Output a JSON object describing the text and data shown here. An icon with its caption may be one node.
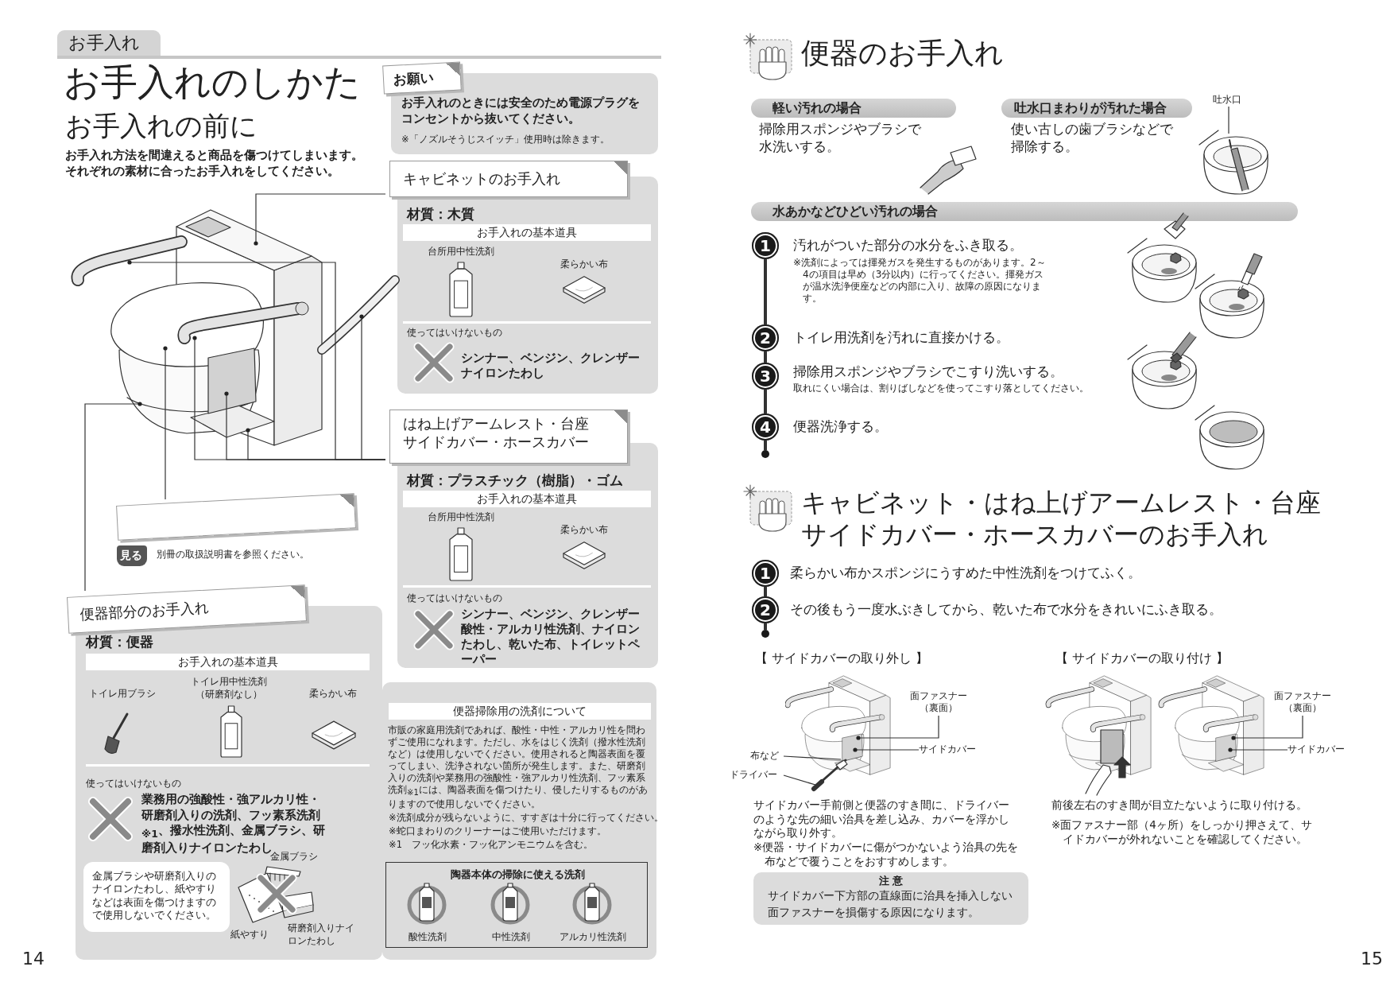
{
  "diagram": {
    "title": "お手入れのしかた",
    "nodes": [
      {
        "text": [
          "お手入れ"
        ]
      },
      {
        "text": [
          "お手入れのときには安全のため電源プラグをコンセントから抜いてください。",
          "※「ノズルそうじスイッチ」使用時は除きます。"
        ]
      },
      {
        "text": [
          "お願い"
        ]
      },
      {
        "text": [
          "材質：木質",
          "台所用中性洗剤",
          "柔らかい布",
          "使ってはいけないもの",
          "シンナー、ベンジン、クレンザーナイロンたわし"
        ]
      },
      {
        "text": [
          "お手入れの基本道具"
        ],
        "in": 3
      },
      {
        "text": [
          "キャビネットのお手入れ"
        ]
      },
      {
        "text": [
          "材質：プラスチック（樹脂）・ゴム",
          "台所用中性洗剤",
          "柔らかい布",
          "使ってはいけないもの",
          "シンナー、ベンジン、クレンザー酸性・アルカリ性洗剤、ナイロンたわし、乾いた布、トイレットペーパー"
        ]
      },
      {
        "text": [
          "お手入れの基本道具"
        ],
        "in": 6
      },
      {
        "text": [
          "はね上げアームレスト・台座サイドカバー・ホースカバー"
        ]
      },
      {
        "text": [],
        "shape": "box"
      },
      {
        "text": [
          "見る"
        ],
        "beside": [
          "別冊の取扱説明書を参照ください。"
        ]
      },
      {
        "text": [
          "材質：便器",
          "トイレ用ブラシ",
          "トイレ用中性洗剤（研磨剤なし）",
          "柔らかい布",
          "使ってはいけないもの",
          "業務用の強酸性・強アルカリ性・研磨剤入りの洗剤、フッ素系洗剤$_{※1}$、撥水性洗剤、金属ブラシ、研磨剤入りナイロンたわし",
          "金属ブラシ",
          "紙やすり",
          "研磨剤入りナイロンたわし"
        ]
      },
      {
        "text": [
          "お手入れの基本道具"
        ],
        "in": 11
      },
      {
        "text": [
          "便器部分のお手入れ"
        ]
      },
      {
        "text": [
          "金属ブラシや研磨剤入りのナイロンたわし、紙やすりなどは表面を傷つけますので使用しないでください。"
        ],
        "in": 11
      },
      {
        "text": [
          "市販の家庭用洗剤であれば、酸性・中性・アルカリ性を問わずご使用になれます。ただし、水をはじく洗剤（撥水性洗剤など）は使用しないでください。使用されると陶器表面を覆ってしまい、洗浄されない箇所が発生します。また、研磨剤入りの洗剤や業務用の強酸性・強アルカリ性洗剤、フッ素系洗剤$_{※1}$には、陶器表面を傷つけたり、侵したりするものがありますので使用しないでください。",
          "※洗剤成分が残らないように、すすぎは十分に行ってください。",
          "※蛇口まわりのクリーナーはご使用いただけます。",
          "※1　フッ化水素・フッ化アンモニウムを含む。"
        ]
      },
      {
        "text": [
          "便器掃除用の洗剤について"
        ],
        "in": 15
      },
      {
        "text": [
          "陶器本体の掃除に使える洗剤",
          "酸性洗剤",
          "中性洗剤",
          "アルカリ性洗剤"
        ],
        "in": 15
      },
      {
        "text": [
          "軽い汚れの場合"
        ],
        "beside": [
          "掃除用スポンジやブラシで水洗いする。"
        ]
      },
      {
        "text": [
          "吐水口まわりが汚れた場合"
        ],
        "beside": [
          "使い古しの歯ブラシなどで掃除する。"
        ]
      },
      {
        "text": [
          "水あかなどひどい汚れの場合"
        ]
      },
      {
        "text": [
          "1"
        ],
        "beside": [
          "汚れがついた部分の水分をふき取る。",
          "※洗剤によっては揮発ガスを発生するものがあります。2～4の項目は早め（3分以内）に行ってください。揮発ガスが温水洗浄便座などの内部に入り、故障の原因になります。"
        ]
      },
      {
        "text": [
          "2"
        ],
        "beside": [
          "トイレ用洗剤を汚れに直接かける。"
        ]
      },
      {
        "text": [
          "3"
        ],
        "beside": [
          "掃除用スポンジやブラシでこすり洗いする。",
          "取れにくい場合は、割りばしなどを使ってこすり落としてください。"
        ]
      },
      {
        "text": [
          "4"
        ],
        "beside": [
          "便器洗浄する。"
        ]
      },
      {
        "text": [],
        "shape": "circle"
      },
      {
        "text": [
          "1"
        ],
        "beside": [
          "柔らかい布かスポンジにうすめた中性洗剤をつけてふく。"
        ]
      },
      {
        "text": [
          "2"
        ],
        "beside": [
          "その後もう一度水ぶきしてから、乾いた布で水分をきれいにふき取る。"
        ]
      },
      {
        "text": [],
        "shape": "circle"
      },
      {
        "text": [
          "注 意",
          "サイドカバー下方部の直線面に治具を挿入しない",
          "面ファスナーを損傷する原因になります。"
        ]
      },
      {
        "text": [
          "吐水口"
        ]
      },
      {
        "text": [
          "面ファスナー（裏面）"
        ]
      },
      {
        "text": [
          "サイドカバー"
        ]
      },
      {
        "text": [
          "布など"
        ]
      },
      {
        "text": [
          "ドライバー"
        ]
      },
      {
        "text": [
          "面ファスナー（裏面）"
        ]
      },
      {
        "text": [
          "サイドカバー"
        ]
      },
      {
        "text": [],
        "shape": "picture"
      },
      {
        "text": [],
        "shape": "picture"
      },
      {
        "text": [],
        "shape": "picture"
      }
    ],
    "edges": [
      {
        "from": 5,
        "to": null,
        "arrow": "other"
      },
      {
        "from": 8,
        "to": null,
        "arrow": "other"
      },
      {
        "from": 8,
        "to": null,
        "arrow": "other"
      },
      {
        "from": 8,
        "to": null,
        "arrow": "other"
      },
      {
        "from": 8,
        "to": null,
        "arrow": "other"
      },
      {
        "from": 8,
        "to": null,
        "arrow": "other"
      },
      {
        "from": 9,
        "to": null,
        "arrow": "other"
      },
      {
        "from": 13,
        "to": null,
        "arrow": "other"
      },
      {
        "from": 21,
        "to": 22,
        "arrow": "none",
        "style": "thick"
      },
      {
        "from": 22,
        "to": 23,
        "arrow": "none",
        "style": "thick"
      },
      {
        "from": 23,
        "to": 24,
        "arrow": "none",
        "style": "thick"
      },
      {
        "from": 24,
        "to": 25,
        "arrow": "none",
        "style": "thick"
      },
      {
        "from": 26,
        "to": 27,
        "arrow": "none",
        "style": "thick"
      },
      {
        "from": 27,
        "to": 28,
        "arrow": "none",
        "style": "thick"
      },
      {
        "from": 30,
        "to": 37,
        "arrow": "none"
      },
      {
        "from": 31,
        "to": 38,
        "arrow": "other"
      },
      {
        "from": 32,
        "to": 38,
        "arrow": "other"
      },
      {
        "from": 33,
        "to": 38,
        "arrow": "none"
      },
      {
        "from": 34,
        "to": 38,
        "arrow": "none"
      },
      {
        "from": 35,
        "to": 39,
        "arrow": "other"
      },
      {
        "from": 36,
        "to": 39,
        "arrow": "other"
      }
    ],
    "labels": [
      "お手入れの前に",
      "お手入れ方法を間違えると商品を傷つけてしまいます。それぞれの素材に合ったお手入れをしてください。",
      "便器のお手入れ",
      "キャビネット・はね上げアームレスト・台座サイドカバー・ホースカバーのお手入れ",
      "【 サイドカバーの取り外し 】",
      "【 サイドカバーの取り付け 】",
      "サイドカバー手前側と便器のすき間に、ドライバーのような先の細い治具を差し込み、カバーを浮かしながら取り外す。",
      "※便器・サイドカバーに傷がつかないよう治具の先を布などで覆うことをおすすめします。",
      "前後左右のすき間が目立たないように取り付ける。",
      "※面ファスナー部（4ヶ所）をしっかり押さえて、サイドカバーが外れないことを確認してください。",
      "14",
      "15"
    ]
  }
}
